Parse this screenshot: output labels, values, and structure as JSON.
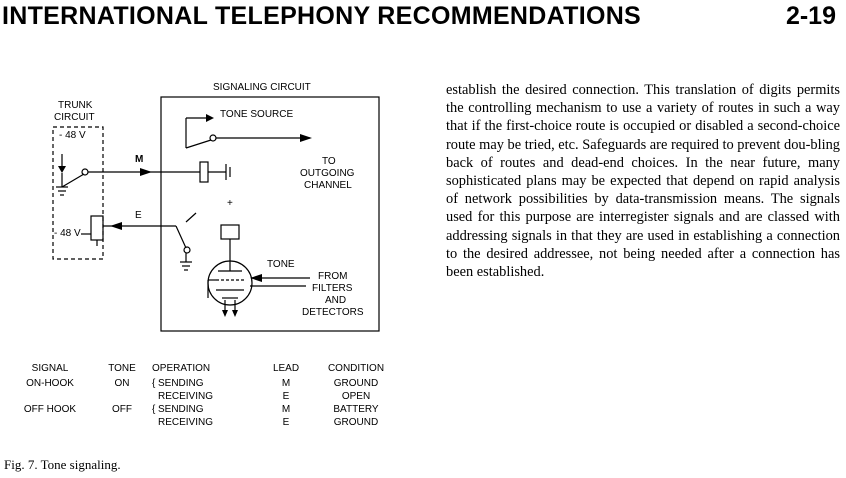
{
  "header": {
    "title": "INTERNATIONAL TELEPHONY RECOMMENDATIONS",
    "page": "2-19"
  },
  "diagram": {
    "signaling_circuit": "SIGNALING CIRCUIT",
    "trunk_circuit": [
      "TRUNK",
      "CIRCUIT"
    ],
    "v48_top": "- 48 V",
    "v48_left": "- 48 V",
    "lead_m": "M",
    "lead_e": "E",
    "tone_source": "TONE SOURCE",
    "to_outgoing": [
      "TO",
      "OUTGOING",
      "CHANNEL"
    ],
    "plus": "+",
    "tone": "TONE",
    "from_filters": [
      "FROM",
      "FILTERS",
      "AND",
      "DETECTORS"
    ]
  },
  "body_text": "establish the desired connection. This translation of digits permits the controlling mechanism to use a variety of routes in such a way that if the first-choice route is occupied or disabled a second-choice route may be tried, etc. Safeguards are required to prevent dou-bling back of routes and dead-end choices. In the near future, many sophisticated plans may be expected that depend on rapid analysis of network possibilities by data-transmission means. The signals used for this purpose are interregister signals and are classed with addressing signals in that they are used in establishing a connection to the desired addressee, not being needed after a connection has been established.",
  "legend": {
    "headers": [
      "SIGNAL",
      "TONE",
      "OPERATION",
      "LEAD",
      "CONDITION"
    ],
    "rows": [
      {
        "signal": "ON-HOOK",
        "tone": "ON",
        "ops": [
          {
            "operation": "SENDING",
            "lead": "M",
            "condition": "GROUND"
          },
          {
            "operation": "RECEIVING",
            "lead": "E",
            "condition": "OPEN"
          }
        ]
      },
      {
        "signal": "OFF HOOK",
        "tone": "OFF",
        "ops": [
          {
            "operation": "SENDING",
            "lead": "M",
            "condition": "BATTERY"
          },
          {
            "operation": "RECEIVING",
            "lead": "E",
            "condition": "GROUND"
          }
        ]
      }
    ]
  },
  "caption": "Fig. 7. Tone signaling."
}
